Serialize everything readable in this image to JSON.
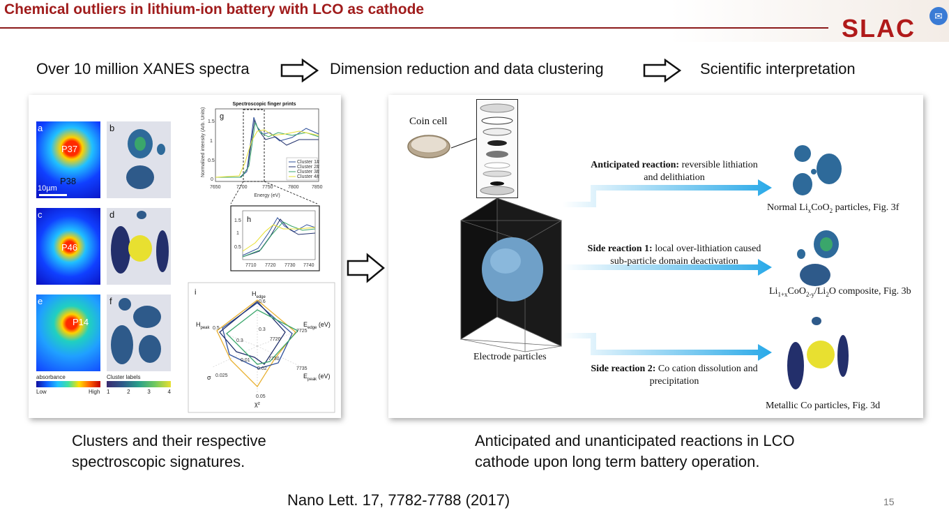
{
  "header": {
    "title": "Chemical outliers in lithium-ion battery with LCO as cathode",
    "logo": "SLAC"
  },
  "flow": {
    "step1": "Over 10 million XANES spectra",
    "step2": "Dimension reduction and data clustering",
    "step3": "Scientific interpretation"
  },
  "left_panel": {
    "labels": {
      "a": "a",
      "b": "b",
      "c": "c",
      "d": "d",
      "e": "e",
      "f": "f",
      "g": "g",
      "h": "h",
      "i": "i"
    },
    "particles": {
      "p37": "P37",
      "p38": "P38",
      "p46": "P46",
      "p14": "P14"
    },
    "scale": "10µm",
    "absorbance": "absorbance",
    "low": "Low",
    "high": "High",
    "cluster_labels": "Cluster labels",
    "cluster_ticks": [
      "1",
      "2",
      "3",
      "4"
    ],
    "g_title": "Spectroscopic finger prints",
    "g_ylabel": "Normalized intensity (Arb. Units)",
    "g_xlabel": "Energy (eV)",
    "g_xticks": [
      "7650",
      "7700",
      "7750",
      "7800",
      "7850"
    ],
    "g_yticks": [
      "1.5",
      "1",
      "0.5",
      "0"
    ],
    "g_legend": [
      "Cluster 1#",
      "Cluster 2#",
      "Cluster 3#",
      "Cluster 4#"
    ],
    "h_xticks": [
      "7710",
      "7720",
      "7730",
      "7740"
    ],
    "h_yticks": [
      "1.5",
      "1",
      "0.5"
    ],
    "radar": {
      "h_edge": "H",
      "h_edge_sub": "edge",
      "e_edge": "E",
      "e_edge_sub": "edge",
      "e_edge_unit": " (eV)",
      "e_peak": "E",
      "e_peak_sub": "peak",
      "e_peak_unit": " (eV)",
      "h_peak": "H",
      "h_peak_sub": "peak",
      "sigma": "σ",
      "chi": "χ²",
      "vals": [
        "0.6",
        "0.3",
        "7725",
        "7720",
        "7735",
        "7730",
        "0.5",
        "0.3",
        "0.025",
        "0.01",
        "0.05",
        "0.02"
      ]
    }
  },
  "right_panel": {
    "coin_cell": "Coin cell",
    "electrode": "Electrode particles",
    "r1_bold": "Anticipated reaction:",
    "r1_rest": " reversible lithiation",
    "r1_line2": "and delithiation",
    "r2_bold": "Side reaction 1:",
    "r2_rest": " local over-lithiation caused",
    "r2_line2": "sub-particle domain deactivation",
    "r3_bold": "Side reaction 2:",
    "r3_rest": " Co cation dissolution and",
    "r3_line2": "precipitation",
    "o1_a": "Normal Li",
    "o1_sub": "x",
    "o1_b": "CoO",
    "o1_sub2": "2",
    "o1_c": " particles, Fig. 3f",
    "o2_a": "Li",
    "o2_sub": "1+x",
    "o2_b": "CoO",
    "o2_sub2": "2-y",
    "o2_c": "/Li",
    "o2_sub3": "2",
    "o2_d": "O composite, Fig. 3b",
    "o3": "Metallic Co particles, Fig. 3d"
  },
  "captions": {
    "left_l1": "Clusters and their respective",
    "left_l2": "spectroscopic signatures.",
    "right_l1": "Anticipated and unanticipated reactions in LCO",
    "right_l2": "cathode upon long term battery operation."
  },
  "footer": {
    "citation": "Nano Lett. 17, 7782-7788 (2017)",
    "page": "15"
  },
  "colors": {
    "title": "#a01c1c",
    "accent_blue": "#29a9e8",
    "cluster1": "#2e4f9a",
    "cluster2": "#1f2f6b",
    "cluster3": "#3aa66b",
    "cluster4": "#e8e030"
  }
}
